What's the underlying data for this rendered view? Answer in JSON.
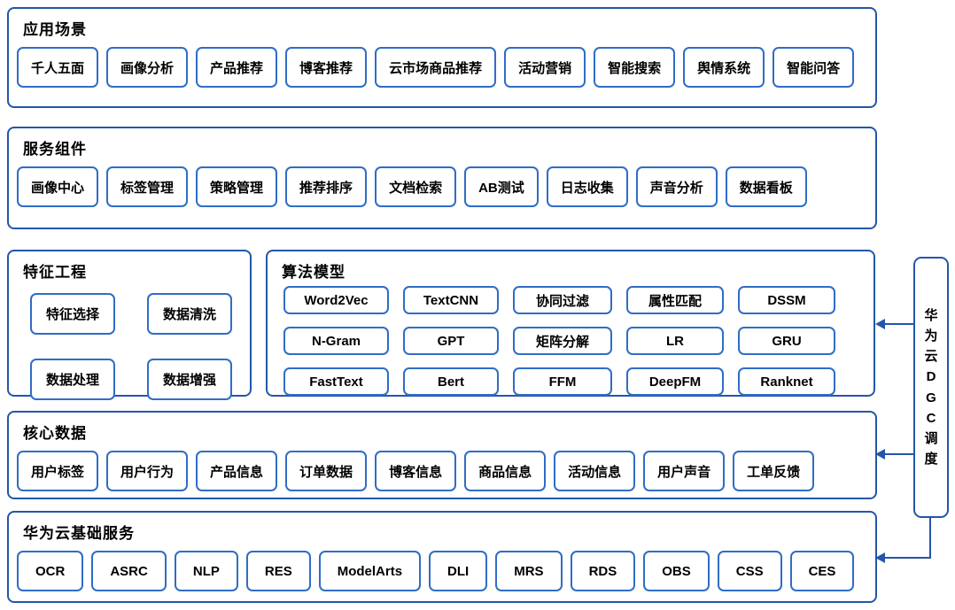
{
  "diagram": {
    "sections": {
      "app_scenarios": {
        "title": "应用场景",
        "items": [
          "千人五面",
          "画像分析",
          "产品推荐",
          "博客推荐",
          "云市场商品推荐",
          "活动营销",
          "智能搜索",
          "舆情系统",
          "智能问答"
        ]
      },
      "service_components": {
        "title": "服务组件",
        "items": [
          "画像中心",
          "标签管理",
          "策略管理",
          "推荐排序",
          "文档检索",
          "AB测试",
          "日志收集",
          "声音分析",
          "数据看板"
        ]
      },
      "feature_engineering": {
        "title": "特征工程",
        "items": [
          "特征选择",
          "数据清洗",
          "数据处理",
          "数据增强"
        ]
      },
      "algorithm_models": {
        "title": "算法模型",
        "items": [
          "Word2Vec",
          "TextCNN",
          "协同过滤",
          "属性匹配",
          "DSSM",
          "N-Gram",
          "GPT",
          "矩阵分解",
          "LR",
          "GRU",
          "FastText",
          "Bert",
          "FFM",
          "DeepFM",
          "Ranknet"
        ]
      },
      "core_data": {
        "title": "核心数据",
        "items": [
          "用户标签",
          "用户行为",
          "产品信息",
          "订单数据",
          "博客信息",
          "商品信息",
          "活动信息",
          "用户声音",
          "工单反馈"
        ]
      },
      "cloud_base_services": {
        "title": "华为云基础服务",
        "items": [
          "OCR",
          "ASRC",
          "NLP",
          "RES",
          "ModelArts",
          "DLI",
          "MRS",
          "RDS",
          "OBS",
          "CSS",
          "CES"
        ]
      }
    },
    "scheduler": {
      "label": "华为云DGC调度",
      "arrows_point_to": [
        "算法模型",
        "核心数据",
        "华为云基础服务"
      ]
    },
    "colors": {
      "section_border": "#2456A8",
      "chip_border": "#2F6DC6",
      "arrow": "#2456A8",
      "text": "#000000",
      "background": "#FFFFFF"
    }
  }
}
